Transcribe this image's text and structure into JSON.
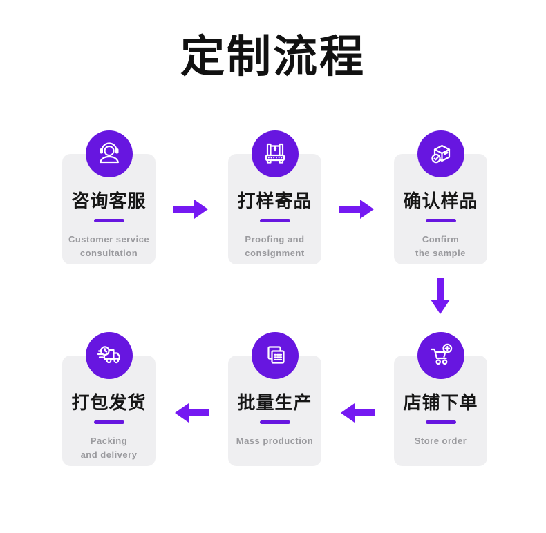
{
  "page_title": "定制流程",
  "colors": {
    "circle": "#6716e0",
    "arrow": "#7519f2",
    "card_bg": "#efeff1",
    "divider": "#6716e0",
    "heading": "#111111",
    "card_title": "#161616",
    "subtitle": "#9a9a9e"
  },
  "steps": [
    {
      "title": "咨询客服",
      "subtitle": "Customer service\nconsultation",
      "icon": "headset-agent-icon"
    },
    {
      "title": "打样寄品",
      "subtitle": "Proofing and\nconsignment",
      "icon": "proofing-machine-icon"
    },
    {
      "title": "确认样品",
      "subtitle": "Confirm\nthe sample",
      "icon": "box-check-icon"
    },
    {
      "title": "店铺下单",
      "subtitle": "Store order",
      "icon": "cart-plus-icon"
    },
    {
      "title": "批量生产",
      "subtitle": "Mass production",
      "icon": "documents-icon"
    },
    {
      "title": "打包发货",
      "subtitle": "Packing\nand delivery",
      "icon": "delivery-truck-icon"
    }
  ]
}
